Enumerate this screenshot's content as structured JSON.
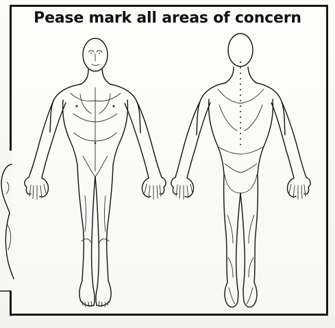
{
  "form": {
    "title": "Pease mark all areas of concern"
  },
  "figures": {
    "front_view": {
      "icon": "front-body-diagram"
    },
    "back_view": {
      "icon": "back-body-diagram"
    }
  },
  "colors": {
    "ink": "#171717",
    "paper": "#f7f7f4"
  }
}
